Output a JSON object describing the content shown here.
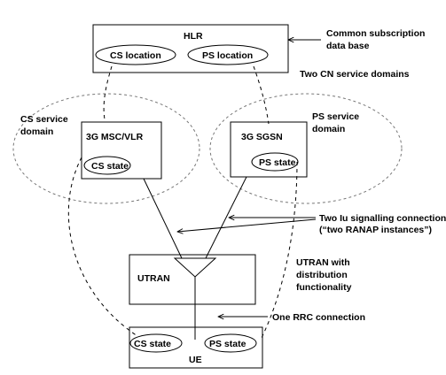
{
  "nodes": {
    "hlr": {
      "title": "HLR",
      "cs_location": "CS location",
      "ps_location": "PS location"
    },
    "msc": {
      "title": "3G MSC/VLR",
      "state": "CS state"
    },
    "sgsn": {
      "title": "3G SGSN",
      "state": "PS state"
    },
    "utran": {
      "title": "UTRAN"
    },
    "ue": {
      "title": "UE",
      "cs_state": "CS state",
      "ps_state": "PS state"
    }
  },
  "domains": {
    "cs": {
      "line1": "CS service",
      "line2": "domain"
    },
    "ps": {
      "line1": "PS service",
      "line2": "domain"
    }
  },
  "annotations": {
    "common_db": {
      "line1": "Common subscription",
      "line2": "data base"
    },
    "two_cn": "Two CN service domains",
    "iu": {
      "line1": "Two Iu signalling connections",
      "line2": "(“two RANAP instances”)"
    },
    "utran_dist": {
      "line1": "UTRAN with",
      "line2": "distribution",
      "line3": "functionality"
    },
    "rrc": "One RRC connection"
  }
}
